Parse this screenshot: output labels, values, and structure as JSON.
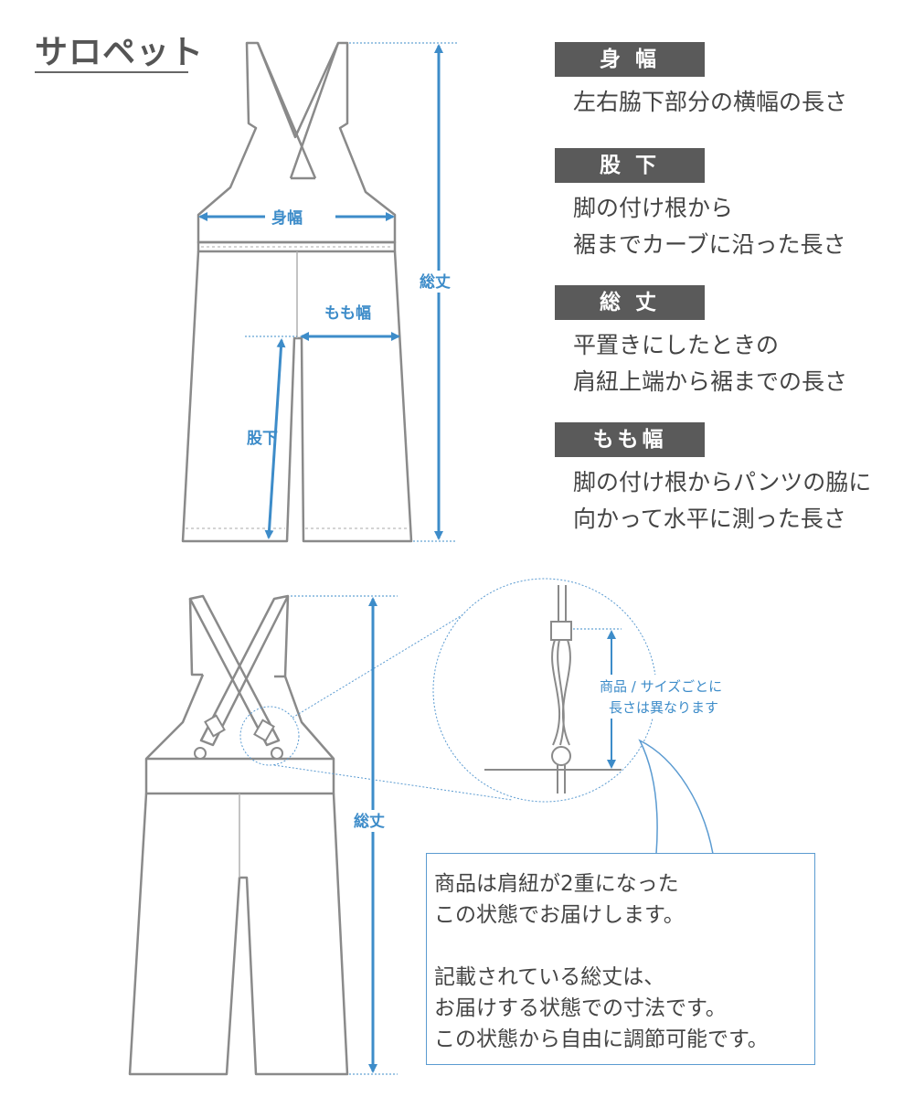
{
  "header": {
    "title": "サロペット"
  },
  "legend": [
    {
      "label": "身 幅",
      "lines": [
        "左右脇下部分の横幅の長さ"
      ]
    },
    {
      "label": "股 下",
      "lines": [
        "脚の付け根から",
        "裾までカーブに沿った長さ"
      ]
    },
    {
      "label": "総 丈",
      "lines": [
        "平置きにしたときの",
        "肩紐上端から裾までの長さ"
      ]
    },
    {
      "label": "もも幅",
      "lines": [
        "脚の付け根からパンツの脇に",
        "向かって水平に測った長さ"
      ]
    }
  ],
  "front_diagram": {
    "labels": {
      "mihaba": "身幅",
      "momohaba": "もも幅",
      "matashita": "股下",
      "soutake": "総丈"
    }
  },
  "back_diagram": {
    "labels": {
      "soutake": "総丈"
    },
    "zoom_label_line1": "商品 / サイズごとに",
    "zoom_label_line2": "長さは異なります"
  },
  "note": {
    "lines": [
      "商品は肩紐が2重になった",
      "この状態でお届けします。",
      "",
      "記載されている総丈は、",
      "お届けする状態での寸法です。",
      "この状態から自由に調節可能です。"
    ]
  },
  "colors": {
    "accent": "#3d8cc9",
    "outline": "#8a8a8a",
    "label_bg": "#5a5a5a"
  }
}
